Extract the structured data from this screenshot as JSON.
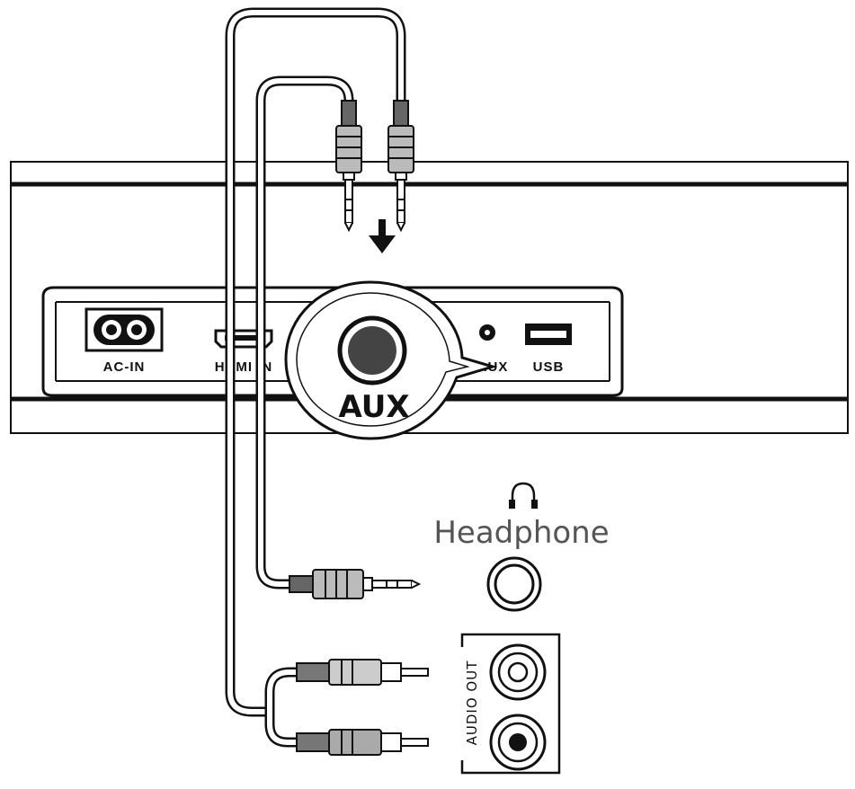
{
  "labels": {
    "ac_in": "AC-IN",
    "hdmi": "HDMI IN",
    "aux_port": "AUX",
    "usb": "USB",
    "aux_zoom": "AUX",
    "headphone": "Headphone",
    "audio_out": "AUDIO OUT"
  },
  "icons": {
    "headphone": "headphone-icon",
    "arrow": "arrow-down-icon"
  },
  "colors": {
    "line": "#111111",
    "plug_grey": "#9a9a9a",
    "plug_dark": "#444444"
  }
}
